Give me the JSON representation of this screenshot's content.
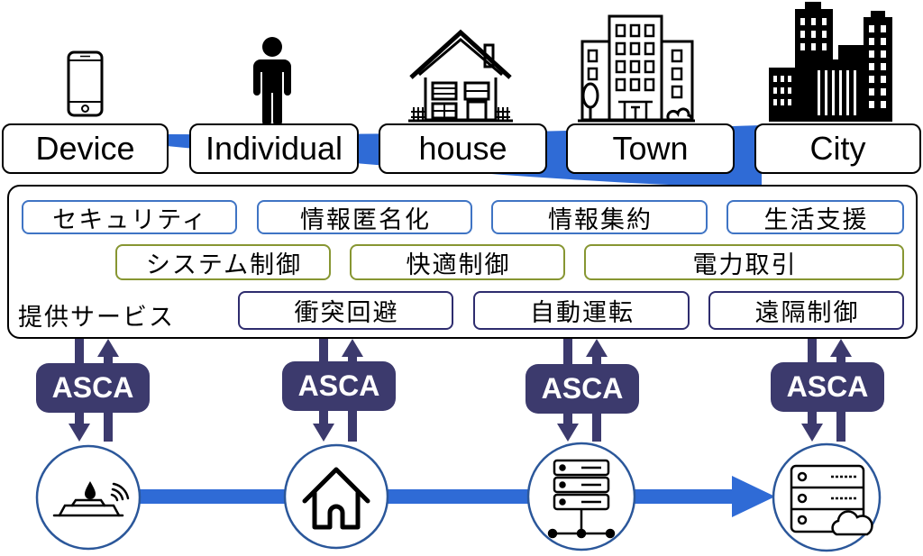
{
  "levels": [
    {
      "label": "Device",
      "icon": "smartphone-icon"
    },
    {
      "label": "Individual",
      "icon": "person-icon"
    },
    {
      "label": "house",
      "icon": "house-icon"
    },
    {
      "label": "Town",
      "icon": "town-buildings-icon"
    },
    {
      "label": "City",
      "icon": "city-skyline-icon"
    }
  ],
  "services": {
    "heading": "提供サービス",
    "groups": [
      {
        "color": "#3f74c4",
        "items": [
          "セキュリティ",
          "情報匿名化",
          "情報集約",
          "生活支援"
        ]
      },
      {
        "color": "#879632",
        "items": [
          "システム制御",
          "快適制御",
          "電力取引"
        ]
      },
      {
        "color": "#2e2c6e",
        "items": [
          "衝突回避",
          "自動運転",
          "遠隔制御"
        ]
      }
    ]
  },
  "asca": {
    "color": "#3c3a6d",
    "badges": [
      {
        "label": "ASCA"
      },
      {
        "label": "ASCA"
      },
      {
        "label": "ASCA"
      },
      {
        "label": "ASCA"
      }
    ]
  },
  "nodes": [
    {
      "icon": "iot-sensor-icon"
    },
    {
      "icon": "home-icon"
    },
    {
      "icon": "server-network-icon"
    },
    {
      "icon": "cloud-server-icon"
    }
  ],
  "colors": {
    "scale_band": "#2f6bd6",
    "flow_arrow": "#2f6bd6",
    "node_border": "#2b579a",
    "asca_arrows": "#3c3a6d"
  }
}
